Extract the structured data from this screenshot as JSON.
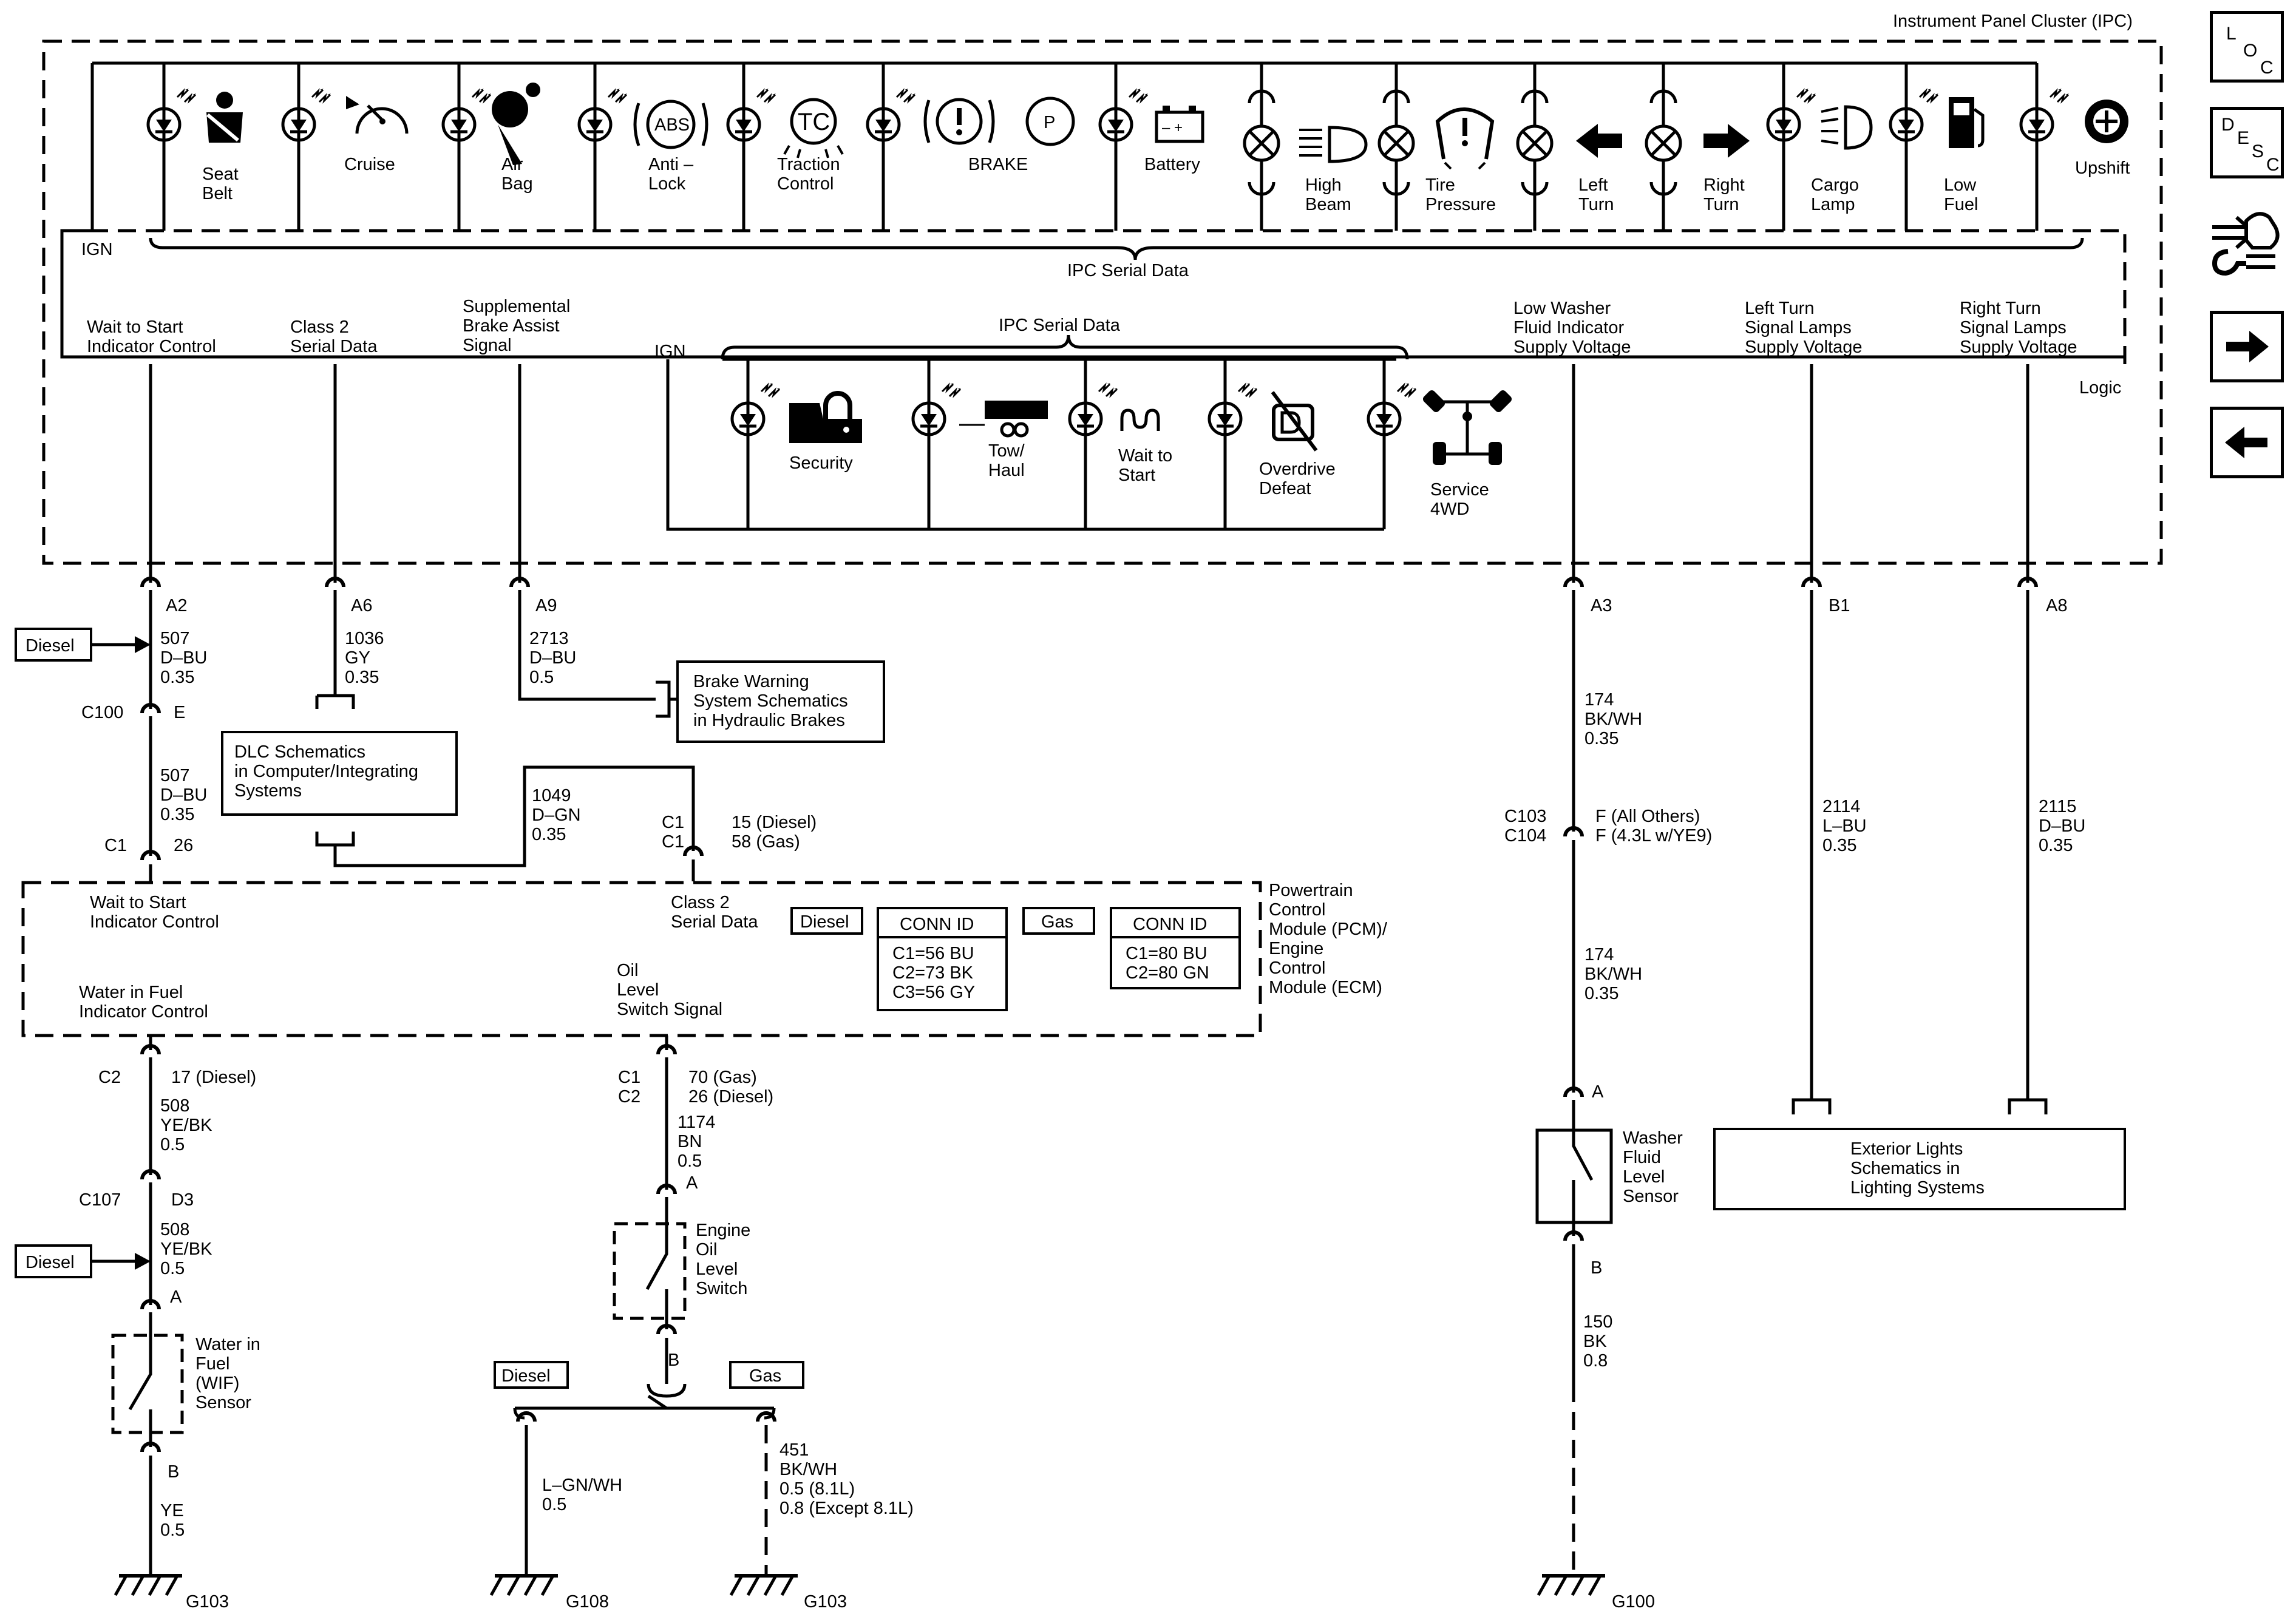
{
  "ipc": {
    "title": "Instrument Panel Cluster (IPC)",
    "ign": "IGN",
    "serial_data": "IPC Serial Data",
    "logic": "Logic",
    "indicators_top": [
      {
        "id": "seat-belt",
        "lines": [
          "Seat",
          "Belt"
        ]
      },
      {
        "id": "cruise",
        "lines": [
          "Cruise"
        ]
      },
      {
        "id": "air-bag",
        "lines": [
          "Air",
          "Bag"
        ]
      },
      {
        "id": "anti-lock",
        "lines": [
          "Anti –",
          "Lock"
        ],
        "icon_text": "ABS"
      },
      {
        "id": "traction-control",
        "lines": [
          "Traction",
          "Control"
        ],
        "icon_text": "TC"
      },
      {
        "id": "brake",
        "lines": [
          "BRAKE"
        ],
        "icon_text": "P"
      },
      {
        "id": "battery",
        "lines": [
          "Battery"
        ],
        "icon_text": "–  +"
      },
      {
        "id": "high-beam",
        "lines": [
          "High",
          "Beam"
        ]
      },
      {
        "id": "tire-pressure",
        "lines": [
          "Tire",
          "Pressure"
        ]
      },
      {
        "id": "left-turn",
        "lines": [
          "Left",
          "Turn"
        ]
      },
      {
        "id": "right-turn",
        "lines": [
          "Right",
          "Turn"
        ]
      },
      {
        "id": "cargo-lamp",
        "lines": [
          "Cargo",
          "Lamp"
        ]
      },
      {
        "id": "low-fuel",
        "lines": [
          "Low",
          "Fuel"
        ]
      },
      {
        "id": "upshift",
        "lines": [
          "Upshift"
        ]
      }
    ],
    "inner_ign": "IGN",
    "inner_serial_data": "IPC Serial Data",
    "indicators_inner": [
      {
        "id": "security",
        "lines": [
          "Security"
        ]
      },
      {
        "id": "tow-haul",
        "lines": [
          "Tow/",
          "Haul"
        ]
      },
      {
        "id": "wait-to-start",
        "lines": [
          "Wait to",
          "Start"
        ]
      },
      {
        "id": "overdrive-defeat",
        "lines": [
          "Overdrive",
          "Defeat"
        ]
      },
      {
        "id": "service-4wd",
        "lines": [
          "Service",
          "4WD"
        ]
      }
    ],
    "signal_labels": {
      "wait_to_start": [
        "Wait to Start",
        "Indicator Control"
      ],
      "class2": [
        "Class 2",
        "Serial Data"
      ],
      "sba": [
        "Supplemental",
        "Brake Assist",
        "Signal"
      ],
      "low_washer": [
        "Low Washer",
        "Fluid Indicator",
        "Supply Voltage"
      ],
      "left_turn_lamps": [
        "Left Turn",
        "Signal Lamps",
        "Supply Voltage"
      ],
      "right_turn_lamps": [
        "Right Turn",
        "Signal Lamps",
        "Supply Voltage"
      ]
    }
  },
  "wires": {
    "a2": {
      "pin": "A2",
      "circuit": [
        "507",
        "D–BU",
        "0.35"
      ]
    },
    "diesel_tag": "Diesel",
    "c100": {
      "connector": "C100",
      "pin": "E"
    },
    "c100_low": {
      "circuit": [
        "507",
        "D–BU",
        "0.35"
      ]
    },
    "c1_26": {
      "connector": "C1",
      "pin": "26"
    },
    "a6": {
      "pin": "A6",
      "circuit": [
        "1036",
        "GY",
        "0.35"
      ]
    },
    "a9": {
      "pin": "A9",
      "circuit": [
        "2713",
        "D–BU",
        "0.5"
      ]
    },
    "brake_ref": [
      "Brake Warning",
      "System Schematics",
      "in Hydraulic Brakes"
    ],
    "dlc_ref": [
      "DLC Schematics",
      "in Computer/Integrating",
      "Systems"
    ],
    "c1049": {
      "circuit": [
        "1049",
        "D–GN",
        "0.35"
      ]
    },
    "c1_c1": {
      "connectors": [
        "C1",
        "C1"
      ],
      "pins": [
        "15 (Diesel)",
        "58 (Gas)"
      ]
    },
    "a3": {
      "pin": "A3",
      "circuit": [
        "174",
        "BK/WH",
        "0.35"
      ]
    },
    "c103": {
      "connectors": [
        "C103",
        "C104"
      ],
      "pins": [
        "F (All Others)",
        "F (4.3L w/YE9)"
      ]
    },
    "a3_low": {
      "circuit": [
        "174",
        "BK/WH",
        "0.35"
      ]
    },
    "b1": {
      "pin": "B1",
      "circuit": [
        "2114",
        "L–BU",
        "0.35"
      ]
    },
    "a8": {
      "pin": "A8",
      "circuit": [
        "2115",
        "D–BU",
        "0.35"
      ]
    },
    "washer": {
      "pin_a": "A",
      "pin_b": "B",
      "label": [
        "Washer",
        "Fluid",
        "Level",
        "Sensor"
      ]
    },
    "w150": {
      "circuit": [
        "150",
        "BK",
        "0.8"
      ]
    },
    "ext_lights": [
      "Exterior Lights",
      "Schematics in",
      "Lighting Systems"
    ],
    "g100": "G100"
  },
  "pcm": {
    "label": [
      "Powertrain",
      "Control",
      "Module (PCM)/",
      "Engine",
      "Control",
      "Module (ECM)"
    ],
    "wait_to_start": [
      "Wait to Start",
      "Indicator Control"
    ],
    "class2": [
      "Class 2",
      "Serial Data"
    ],
    "water_in_fuel": [
      "Water in Fuel",
      "Indicator Control"
    ],
    "oil_level": [
      "Oil",
      "Level",
      "Switch Signal"
    ],
    "diesel": "Diesel",
    "gas": "Gas",
    "conn_diesel": {
      "title": "CONN ID",
      "rows": [
        "C1=56 BU",
        "C2=73 BK",
        "C3=56 GY"
      ]
    },
    "conn_gas": {
      "title": "CONN ID",
      "rows": [
        "C1=80 BU",
        "C2=80 GN"
      ]
    }
  },
  "lower_left": {
    "c2_17": {
      "connector": "C2",
      "pin": "17 (Diesel)"
    },
    "w508a": {
      "circuit": [
        "508",
        "YE/BK",
        "0.5"
      ]
    },
    "c107": {
      "connector": "C107",
      "pin": "D3"
    },
    "w508b": {
      "circuit": [
        "508",
        "YE/BK",
        "0.5"
      ]
    },
    "diesel_tag": "Diesel",
    "wif": {
      "pin_a": "A",
      "pin_b": "B",
      "label": [
        "Water in",
        "Fuel",
        "(WIF)",
        "Sensor"
      ]
    },
    "wye": {
      "circuit": [
        "YE",
        "0.5"
      ]
    },
    "g103a": "G103"
  },
  "lower_mid": {
    "c1c2": {
      "connectors": [
        "C1",
        "C2"
      ],
      "pins": [
        "70 (Gas)",
        "26 (Diesel)"
      ]
    },
    "w1174": {
      "circuit": [
        "1174",
        "BN",
        "0.5"
      ]
    },
    "eol": {
      "pin_a": "A",
      "pin_b": "B",
      "label": [
        "Engine",
        "Oil",
        "Level",
        "Switch"
      ]
    },
    "diesel": "Diesel",
    "gas": "Gas",
    "wlgn": {
      "circuit": [
        "L–GN/WH",
        "0.5"
      ]
    },
    "w451": {
      "circuit": [
        "451",
        "BK/WH",
        "0.5 (8.1L)",
        "0.8 (Except 8.1L)"
      ]
    },
    "g108": "G108",
    "g103b": "G103"
  },
  "nav": {
    "loc": [
      "L",
      "O",
      "C"
    ],
    "desc": [
      "D",
      "E",
      "S",
      "C"
    ]
  }
}
